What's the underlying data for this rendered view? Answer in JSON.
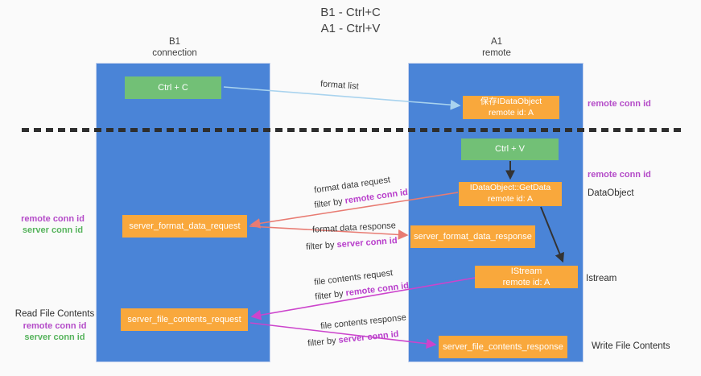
{
  "title": {
    "line1": "B1 - Ctrl+C",
    "line2": "A1 - Ctrl+V"
  },
  "lifelines": {
    "left": {
      "name": "B1",
      "role": "connection"
    },
    "right": {
      "name": "A1",
      "role": "remote"
    }
  },
  "nodes": {
    "ctrl_c": "Ctrl + C",
    "ctrl_v": "Ctrl + V",
    "save_dataobject_line1": "保存IDataObject",
    "save_dataobject_line2": "remote id: A",
    "getdata_line1": "IDataObject::GetData",
    "getdata_line2": "remote id: A",
    "istream_line1": "IStream",
    "istream_line2": "remote id: A",
    "format_request": "server_format_data_request",
    "format_response": "server_format_data_response",
    "file_request": "server_file_contents_request",
    "file_response": "server_file_contents_response"
  },
  "edges": {
    "format_list": "format list",
    "format_data_request": "format data request",
    "format_data_response": "format data response",
    "file_contents_request": "file contents request",
    "file_contents_response": "file contents response",
    "filter_by": "filter by ",
    "remote_conn_id": "remote conn id",
    "server_conn_id": "server conn id"
  },
  "annotations": {
    "remote_conn_id": "remote conn id",
    "server_conn_id": "server conn id",
    "dataobject": "DataObject",
    "istream": "Istream",
    "read_file_contents": "Read File Contents",
    "write_file_contents": "Write File Contents"
  },
  "colors": {
    "lane_blue": "#4a84d7",
    "action_green": "#72c076",
    "message_orange": "#f9a83c",
    "conn_id_purple": "#b44bc8",
    "conn_id_green": "#56b35c",
    "arrow_light_blue": "#a9d3ee",
    "arrow_salmon": "#e87b72",
    "arrow_magenta": "#cc44cc",
    "arrow_black": "#333333"
  }
}
